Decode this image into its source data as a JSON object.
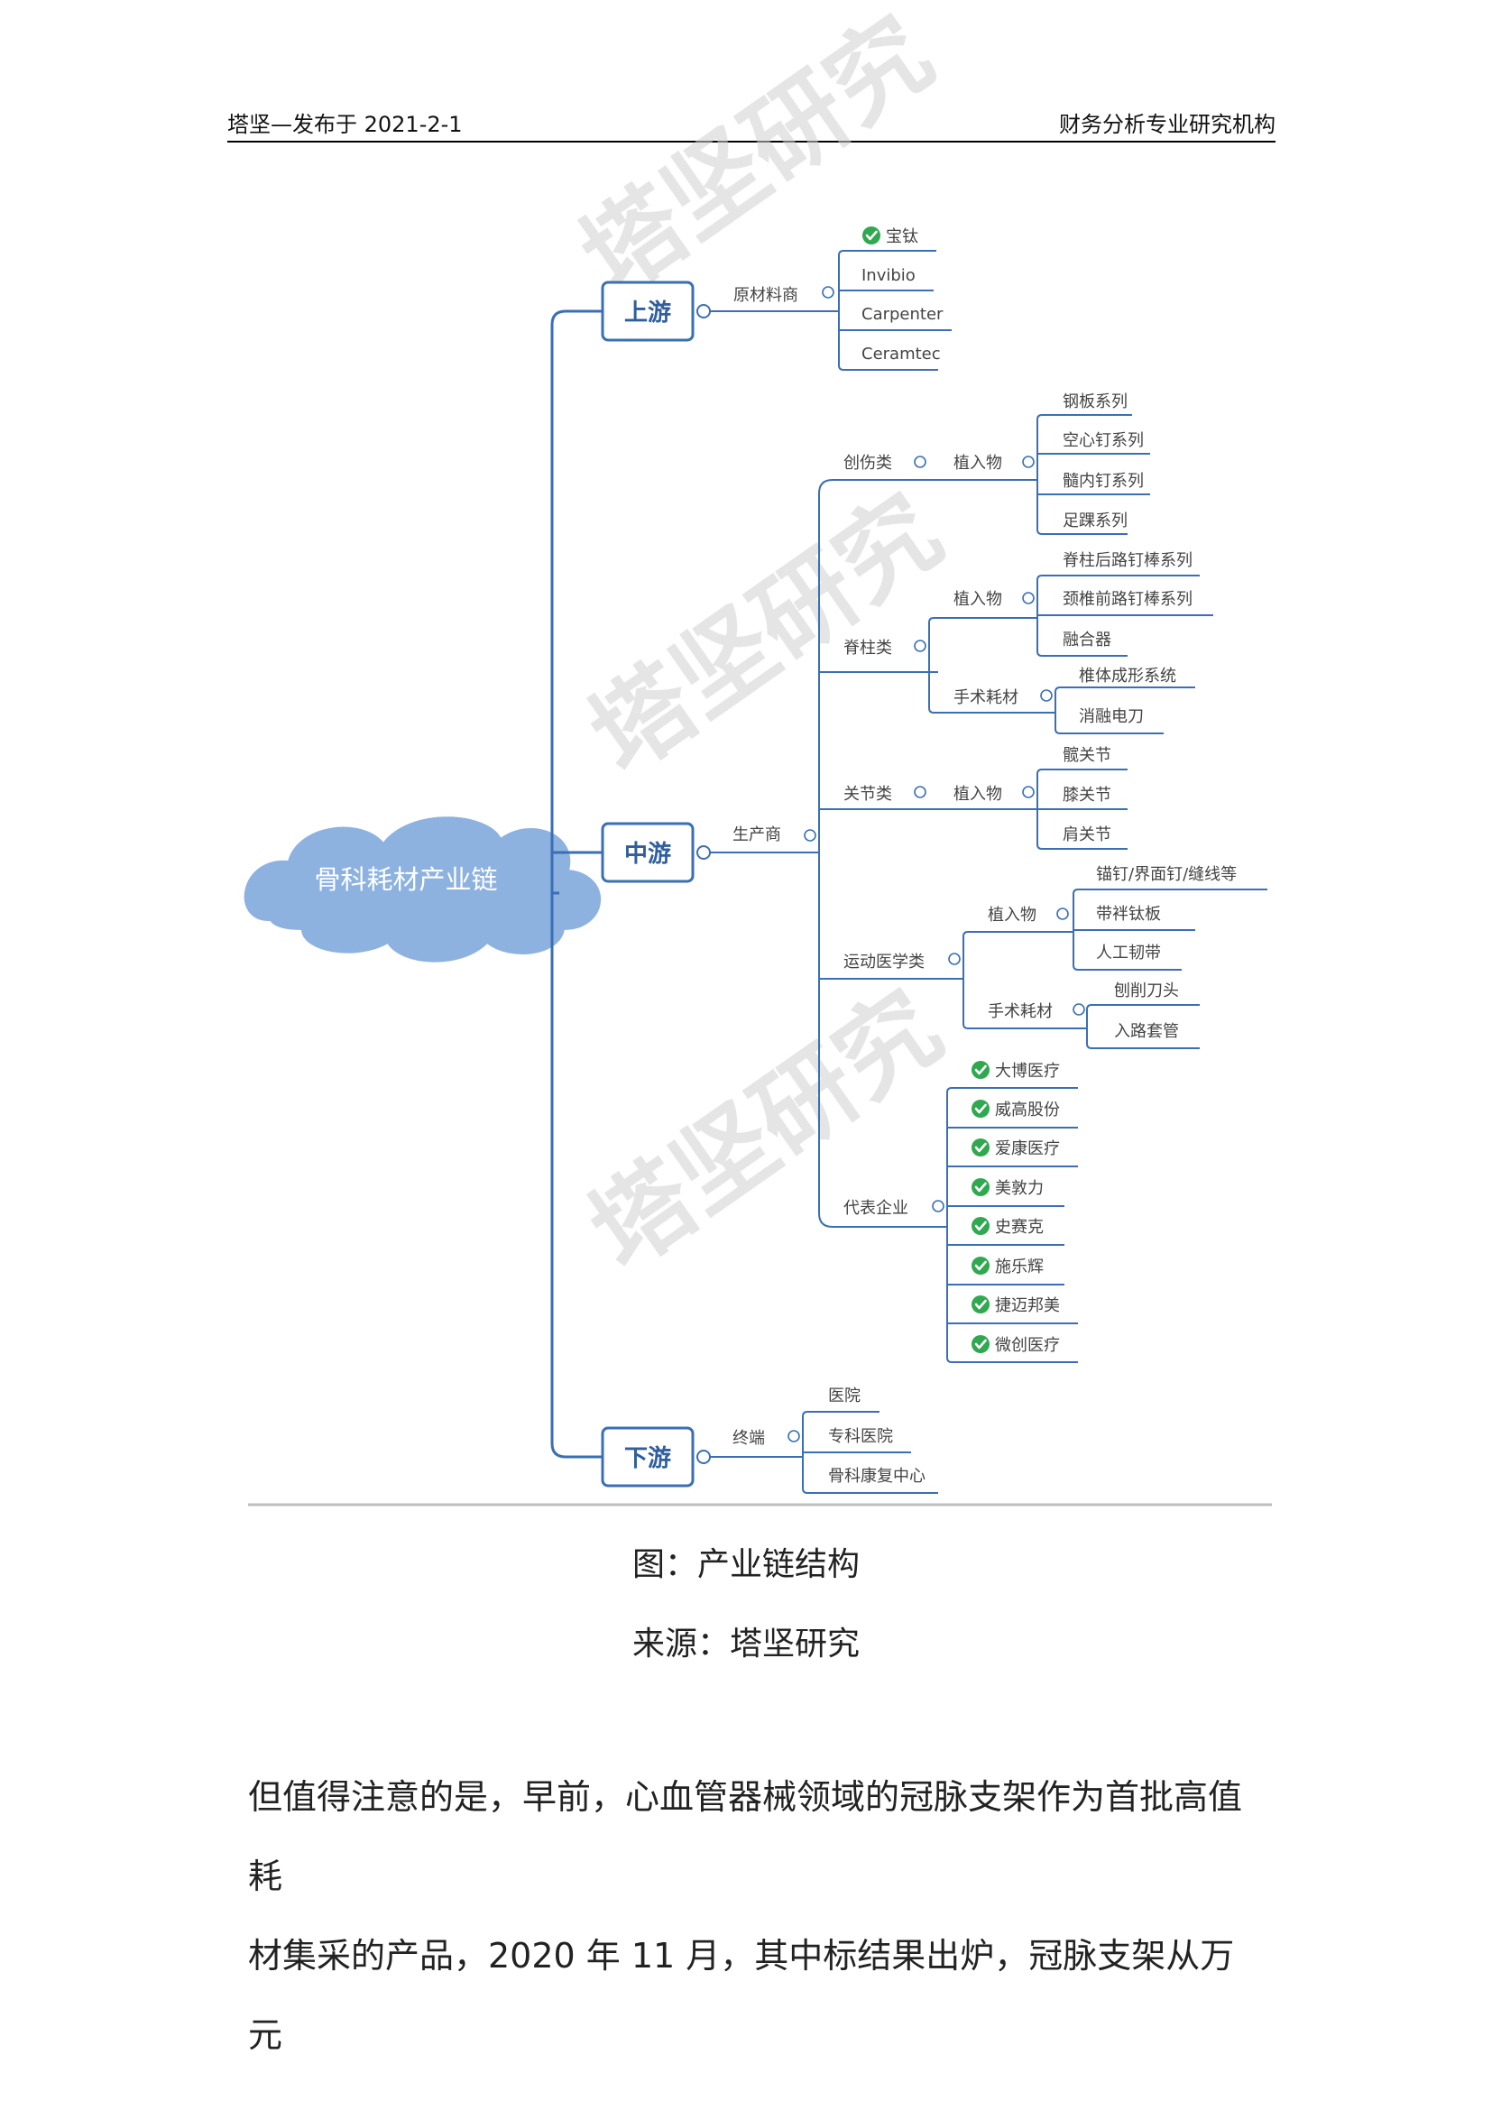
{
  "header": {
    "left": "塔坚—发布于 2021-2-1",
    "right": "财务分析专业研究机构"
  },
  "mindmap": {
    "root": "骨科耗材产业链",
    "watermark": "塔坚研究",
    "upstream": {
      "label": "上游",
      "category": "原材料商",
      "items": [
        "宝钛",
        "Invibio",
        "Carpenter",
        "Ceramtec"
      ]
    },
    "midstream": {
      "label": "中游",
      "producer": "生产商",
      "trauma": {
        "label": "创伤类",
        "implant": "植入物",
        "items": [
          "钢板系列",
          "空心钉系列",
          "髓内钉系列",
          "足踝系列"
        ]
      },
      "spine": {
        "label": "脊柱类",
        "implant": "植入物",
        "implant_items": [
          "脊柱后路钉棒系列",
          "颈椎前路钉棒系列",
          "融合器"
        ],
        "surgical": "手术耗材",
        "surgical_items": [
          "椎体成形系统",
          "消融电刀"
        ]
      },
      "joint": {
        "label": "关节类",
        "implant": "植入物",
        "items": [
          "髋关节",
          "膝关节",
          "肩关节"
        ]
      },
      "sports": {
        "label": "运动医学类",
        "implant": "植入物",
        "implant_items": [
          "锚钉/界面钉/缝线等",
          "带袢钛板",
          "人工韧带"
        ],
        "surgical": "手术耗材",
        "surgical_items": [
          "刨削刀头",
          "入路套管"
        ]
      },
      "companies": {
        "label": "代表企业",
        "items": [
          "大博医疗",
          "威高股份",
          "爱康医疗",
          "美敦力",
          "史赛克",
          "施乐辉",
          "捷迈邦美",
          "微创医疗"
        ]
      }
    },
    "downstream": {
      "label": "下游",
      "category": "终端",
      "items": [
        "医院",
        "专科医院",
        "骨科康复中心"
      ]
    }
  },
  "caption": {
    "figure": "图：产业链结构",
    "source": "来源：塔坚研究"
  },
  "body": [
    "但值得注意的是，早前，心血管器械领域的冠脉支架作为首批高值耗",
    "材集采的产品，2020 年 11 月，其中标结果出炉，冠脉支架从万元"
  ]
}
